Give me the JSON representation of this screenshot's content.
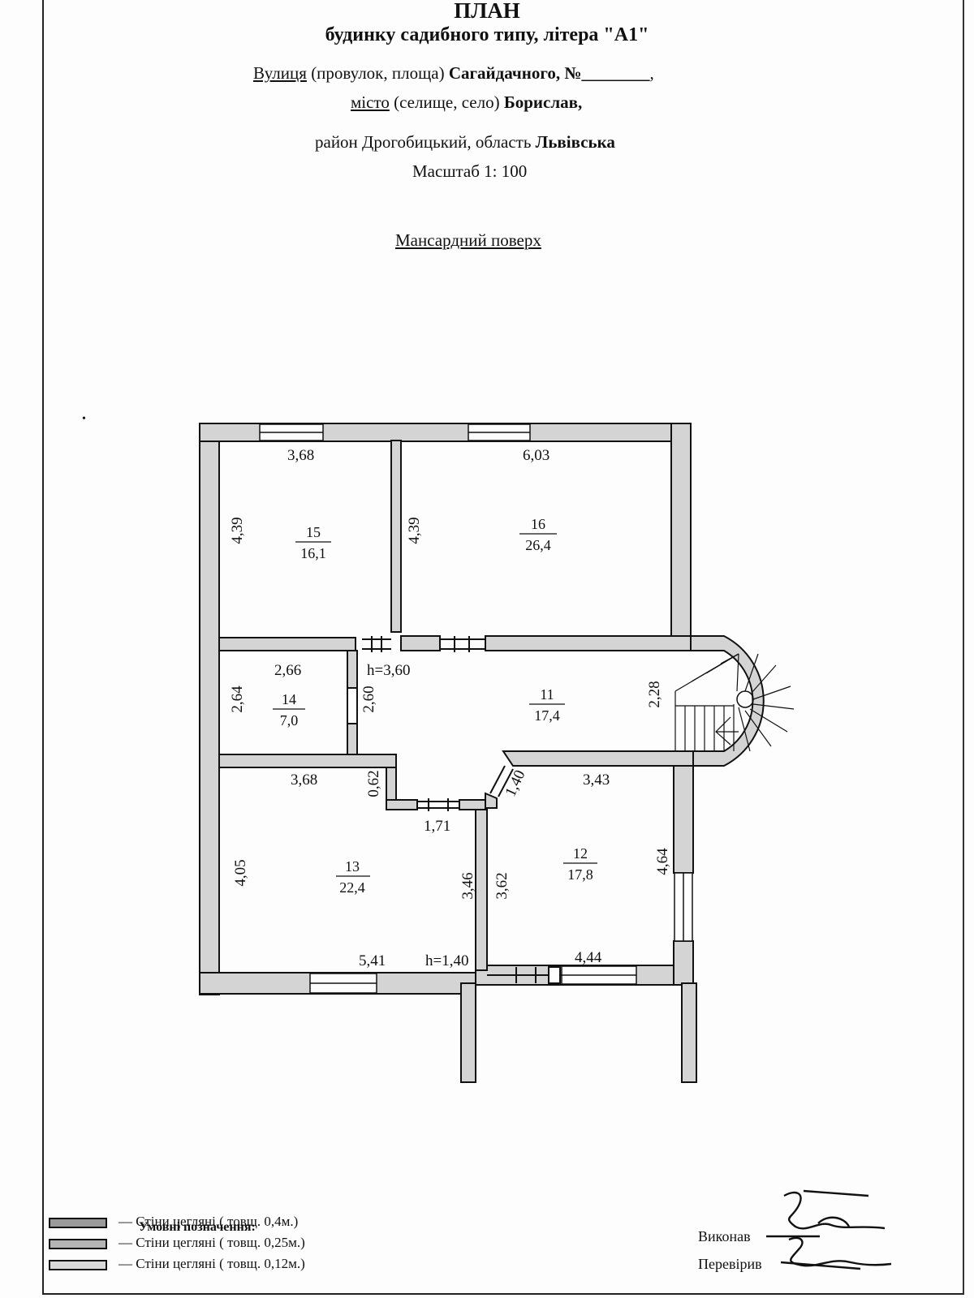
{
  "header": {
    "title": "ПЛАН",
    "subtitle": "будинку садибного типу, літера \"А1\"",
    "street_label": "Вулиця",
    "street_alt": "(провулок, площа)",
    "street_name": "Сагайдачного, №",
    "street_blank": "________",
    "street_comma": ",",
    "city_label": "місто",
    "city_alt": "(селище, село)",
    "city_name": "Борислав,",
    "district": "район Дрогобицький, область",
    "region": "Львівська",
    "scale": "Масштаб 1: 100",
    "floor_name": "Мансардний поверх"
  },
  "rooms": [
    {
      "number": "15",
      "area": "16,1",
      "width": "3,68",
      "depth": "4,39"
    },
    {
      "number": "16",
      "area": "26,4",
      "width": "6,03",
      "depth": "4,39"
    },
    {
      "number": "14",
      "area": "7,0",
      "width": "2,66",
      "depth": "2,64"
    },
    {
      "number": "11",
      "area": "17,4",
      "depth_a": "2,60",
      "depth_b": "2,28",
      "height": "h=3,60"
    },
    {
      "number": "13",
      "area": "22,4",
      "width": "3,68",
      "depth": "4,05",
      "notch": "0,62",
      "width_b": "1,71",
      "side": "3,46",
      "bottom": "5,41",
      "height": "h=1,40"
    },
    {
      "number": "12",
      "area": "17,8",
      "width": "3,43",
      "depth": "4,64",
      "side": "3,62",
      "diag": "1,40",
      "bottom": "4,44"
    }
  ],
  "legend": {
    "title": "Умовні позначення:",
    "items": [
      {
        "label": "— Стіни цегляні ( товщ. 0,4м.)",
        "fill": "#9a9a9a"
      },
      {
        "label": "— Стіни цегляні  ( товщ. 0,25м.)",
        "fill": "#b4b4b4"
      },
      {
        "label": "— Стіни цегляні  ( товщ. 0,12м.)",
        "fill": "#d8d8d8"
      }
    ]
  },
  "signatures": {
    "performed": "Виконав",
    "checked": "Перевірив"
  },
  "colors": {
    "wall_fill": "#d4d4d4",
    "wall_stroke": "#111111"
  }
}
